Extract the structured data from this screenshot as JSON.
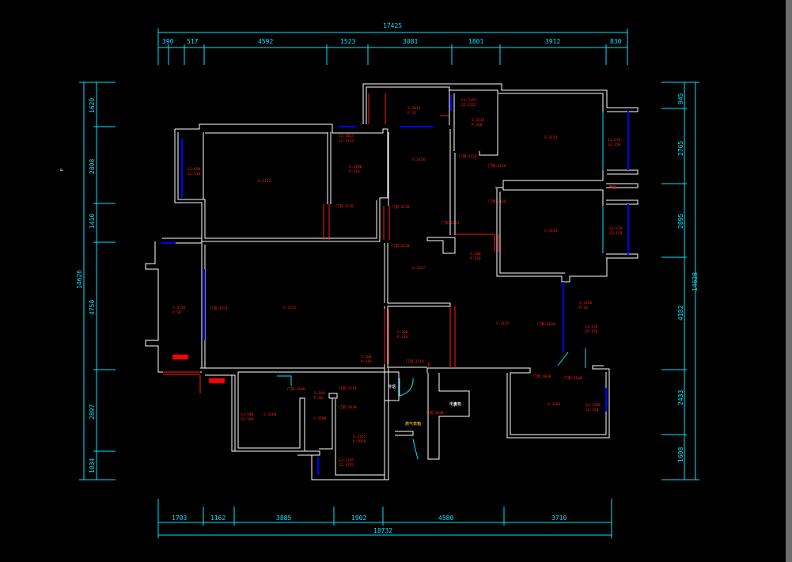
{
  "overall": {
    "top_total": "17425",
    "bottom_total": "18732",
    "left_total": "14626",
    "right_total": "14628"
  },
  "top_dims": [
    "390",
    "517",
    "4592",
    "1523",
    "3081",
    "1801",
    "3912",
    "830"
  ],
  "bottom_dims": [
    "1703",
    "1162",
    "3885",
    "1902",
    "4580",
    "3710"
  ],
  "left_dims": [
    "1620",
    "2808",
    "1410",
    "4750",
    "2897",
    "1034"
  ],
  "right_dims": [
    "945",
    "2765",
    "2895",
    "4182",
    "2433",
    "1608"
  ],
  "room_tags": [
    "S:3015\nP:55",
    "S1:3155\nS2:2315",
    "S:3115\nP:330",
    "S:3153",
    "S1:670\nS2:150",
    "S1:3053\nS2:1533",
    "S:3100\nP:110",
    "S:3156",
    "S1:650\nS2:110",
    "S:3152",
    "S:3153",
    "S1:670\nS2:150",
    "S:3257",
    "S:300\nP:330",
    "S:3156\nP:50",
    "S:3151",
    "S:300\nP:310",
    "S:3156\nP:30",
    "S:3155",
    "S1:150\nS2:150",
    "S:500\nP:310",
    "S:160\nP:30",
    "S:3300",
    "S1:500\nS2:160",
    "S:3160",
    "S:3155\nP:2050",
    "S1:1255\nS2:1755",
    "S:3166",
    "S1:1500\nS2:150"
  ],
  "door_tags": [
    "门洞:2320",
    "门洞:2130",
    "门洞:2130",
    "门洞:2130",
    "门洞:2130",
    "门洞:2117",
    "门洞:2120",
    "门洞:3551",
    "门洞:2030",
    "门洞:2110",
    "门洞:2110",
    "门洞:2100",
    "门洞:2030",
    "门洞:2030",
    "门洞:2100",
    "门洞:2030"
  ],
  "annotations": {
    "gas": "燃气表箱",
    "meter": "电表箱",
    "vent": "排烟",
    "bay": "飘窗",
    "box": "表",
    "mark": "P"
  },
  "colors": {
    "background": "#000000",
    "wall": "#ffffff",
    "dimension": "#00e5ff",
    "text": "#ff2020",
    "window": "#0000ff",
    "door": "#ff1a1a",
    "frame": "#6e6e6e"
  }
}
